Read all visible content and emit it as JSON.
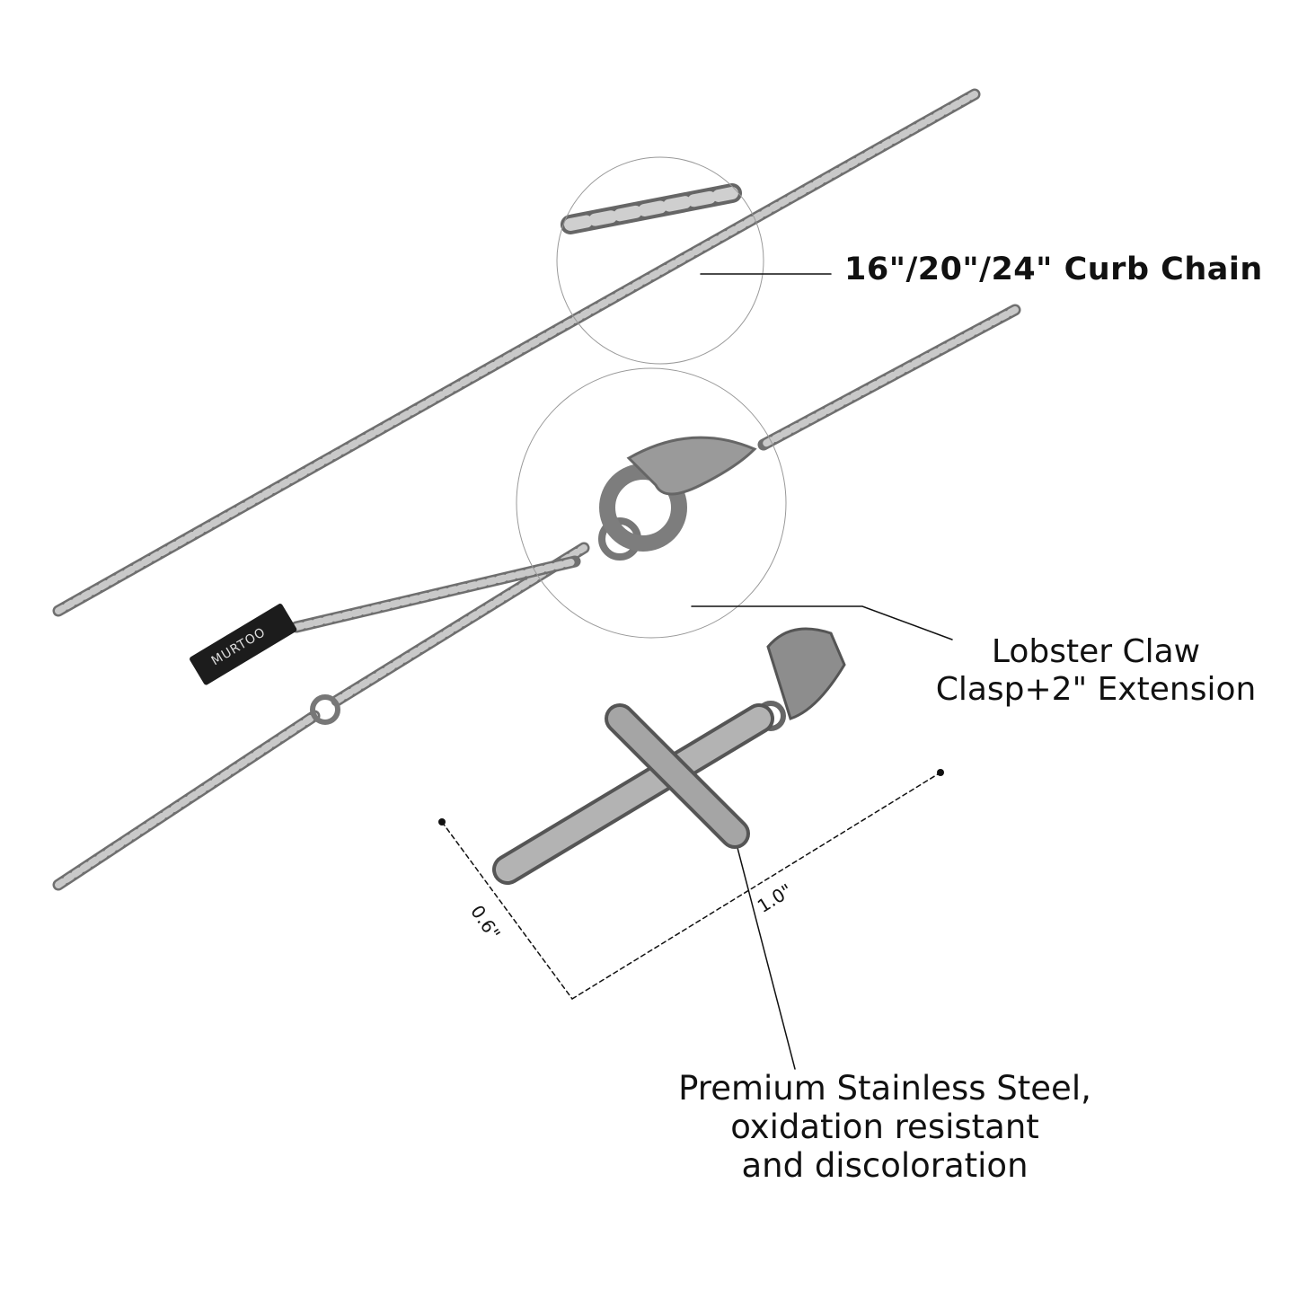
{
  "brand_tag": "MURTOO",
  "callouts": {
    "chain": "16\"/20\"/24\" Curb Chain",
    "clasp_line1": "Lobster Claw",
    "clasp_line2": "Clasp+2\" Extension",
    "material_line1": "Premium Stainless Steel,",
    "material_line2": "oxidation resistant",
    "material_line3": "and discoloration"
  },
  "dimensions": {
    "width": "0.6\"",
    "height": "1.0\""
  },
  "colors": {
    "metal": "#8a8a8a",
    "metal_dark": "#555555",
    "tag": "#1c1c1c"
  }
}
